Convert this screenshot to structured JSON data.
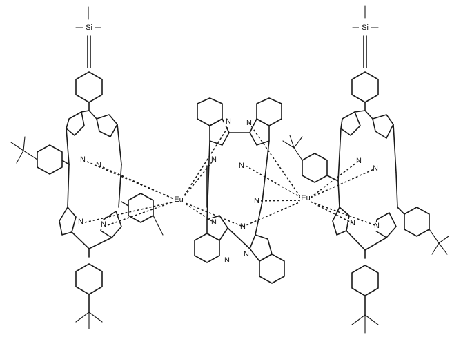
{
  "atoms": {
    "nitrogen": "N",
    "silicon": "Si",
    "europium": "Eu"
  }
}
